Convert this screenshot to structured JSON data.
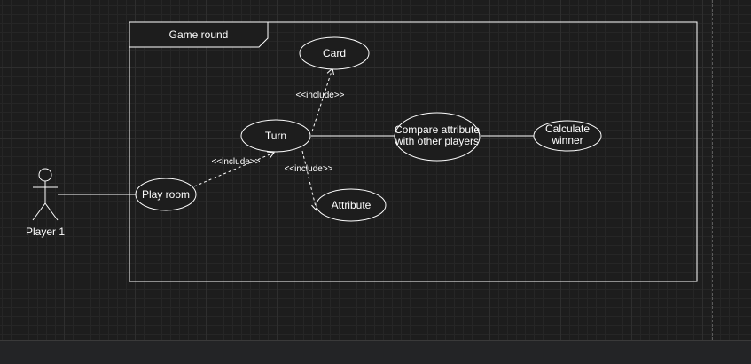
{
  "frame": {
    "title": "Game round"
  },
  "actor": {
    "label": "Player 1"
  },
  "use_cases": {
    "card": "Card",
    "turn": "Turn",
    "compare_line1": "Compare attribute",
    "compare_line2": "with other players",
    "calc_line1": "Calculate",
    "calc_line2": "winner",
    "play_room": "Play room",
    "attribute": "Attribute"
  },
  "relations": {
    "include_card": "<<include>>",
    "include_turn": "<<include>>",
    "include_attribute": "<<include>>"
  }
}
